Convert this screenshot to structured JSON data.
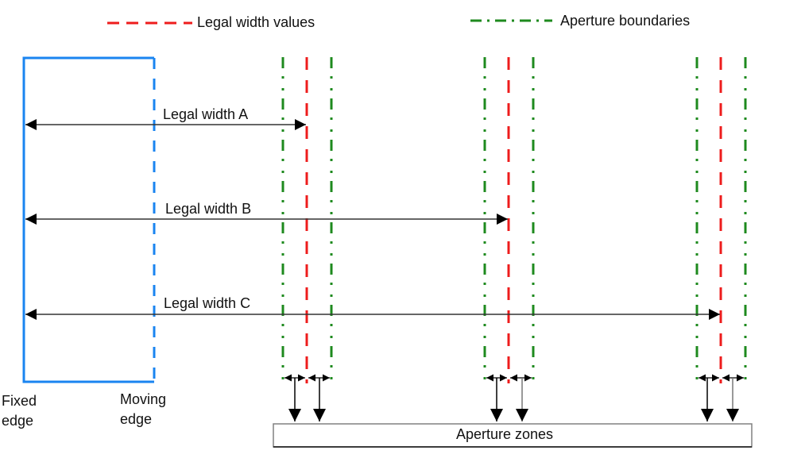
{
  "legend": {
    "legal_width": {
      "label": "Legal width values",
      "color": "#ee1c1c",
      "style": "dashed"
    },
    "aperture_boundary": {
      "label": "Aperture boundaries",
      "color": "#1e8a1e",
      "style": "dash-dot"
    }
  },
  "edges": {
    "fixed": {
      "label_line1": "Fixed",
      "label_line2": "edge",
      "color": "#1a84f0"
    },
    "moving": {
      "label_line1": "Moving",
      "label_line2": "edge",
      "color": "#1a84f0"
    }
  },
  "widths": [
    {
      "label": "Legal width A"
    },
    {
      "label": "Legal width B"
    },
    {
      "label": "Legal width C"
    }
  ],
  "aperture_zones": {
    "label": "Aperture zones"
  },
  "colors": {
    "arrow": "#000000",
    "box_border": "#808080"
  }
}
